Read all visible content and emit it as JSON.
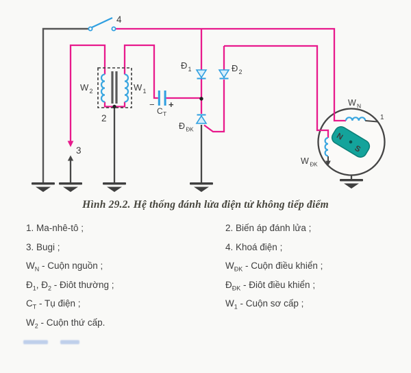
{
  "figure": {
    "caption": "Hình 29.2. Hệ thống đánh lửa điện tử không tiếp điểm"
  },
  "circuit": {
    "labels": {
      "magneto_num": "1",
      "transformer_num": "2",
      "bugi_num": "3",
      "switch_num": "4",
      "w2_base": "W",
      "w2_sub": "2",
      "w1_base": "W",
      "w1_sub": "1",
      "wn_base": "W",
      "wn_sub": "N",
      "wdk_base": "W",
      "wdk_sub": "ĐK",
      "d1_base": "Đ",
      "d1_sub": "1",
      "d2_base": "Đ",
      "d2_sub": "2",
      "ddk_base": "Đ",
      "ddk_sub": "ĐK",
      "ct_base": "C",
      "ct_sub": "T",
      "cap_minus": "−",
      "cap_plus": "+",
      "magnet_n": "N",
      "magnet_s": "S"
    },
    "colors": {
      "wire_magenta": "#e81a8c",
      "component_blue": "#2f9fe0",
      "dark_wire": "#464646",
      "magnet_teal": "#14a39b",
      "plus_red": "#d93030",
      "background": "#f9f9f7"
    }
  },
  "legend": {
    "left": [
      {
        "segments": [
          {
            "t": "1. Ma-nhê-tô ;",
            "sub": false
          }
        ]
      },
      {
        "segments": [
          {
            "t": "3. Bugi ;",
            "sub": false
          }
        ]
      },
      {
        "segments": [
          {
            "t": "W",
            "sub": false
          },
          {
            "t": "N",
            "sub": true
          },
          {
            "t": " - Cuộn nguồn ;",
            "sub": false
          }
        ]
      },
      {
        "segments": [
          {
            "t": "Đ",
            "sub": false
          },
          {
            "t": "1",
            "sub": true
          },
          {
            "t": ", Đ",
            "sub": false
          },
          {
            "t": "2",
            "sub": true
          },
          {
            "t": " - Điôt thường ;",
            "sub": false
          }
        ]
      },
      {
        "segments": [
          {
            "t": "C",
            "sub": false
          },
          {
            "t": "T",
            "sub": true
          },
          {
            "t": " - Tụ điện ;",
            "sub": false
          }
        ]
      },
      {
        "segments": [
          {
            "t": "W",
            "sub": false
          },
          {
            "t": "2",
            "sub": true
          },
          {
            "t": " - Cuộn thứ cấp.",
            "sub": false
          }
        ]
      }
    ],
    "right": [
      {
        "segments": [
          {
            "t": "2. Biến áp đánh lửa ;",
            "sub": false
          }
        ]
      },
      {
        "segments": [
          {
            "t": "4. Khoá điện ;",
            "sub": false
          }
        ]
      },
      {
        "segments": [
          {
            "t": "W",
            "sub": false
          },
          {
            "t": "ĐK",
            "sub": true
          },
          {
            "t": " - Cuộn điều khiển ;",
            "sub": false
          }
        ]
      },
      {
        "segments": [
          {
            "t": "Đ",
            "sub": false
          },
          {
            "t": "ĐK",
            "sub": true
          },
          {
            "t": " - Điôt điều khiển ;",
            "sub": false
          }
        ]
      },
      {
        "segments": [
          {
            "t": "W",
            "sub": false
          },
          {
            "t": "1",
            "sub": true
          },
          {
            "t": " - Cuộn sơ cấp ;",
            "sub": false
          }
        ]
      }
    ]
  }
}
